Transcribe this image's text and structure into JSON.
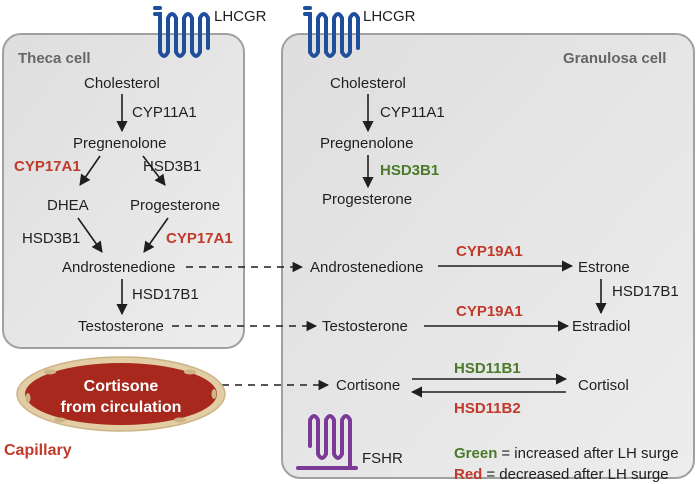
{
  "cells": {
    "theca": "Theca cell",
    "granulosa": "Granulosa cell"
  },
  "receptors": {
    "lhcgr_theca": "LHCGR",
    "lhcgr_granulosa": "LHCGR",
    "fshr": "FSHR"
  },
  "theca": {
    "cholesterol": "Cholesterol",
    "cyp11a1": "CYP11A1",
    "pregnenolone": "Pregnenolone",
    "cyp17a1_top": "CYP17A1",
    "hsd3b1_right": "HSD3B1",
    "dhea": "DHEA",
    "progesterone": "Progesterone",
    "hsd3b1_left": "HSD3B1",
    "cyp17a1_bottom": "CYP17A1",
    "androstenedione": "Androstenedione",
    "hsd17b1": "HSD17B1",
    "testosterone": "Testosterone"
  },
  "granulosa": {
    "cholesterol": "Cholesterol",
    "cyp11a1": "CYP11A1",
    "pregnenolone": "Pregnenolone",
    "hsd3b1": "HSD3B1",
    "progesterone": "Progesterone",
    "androstenedione": "Androstenedione",
    "cyp19a1_top": "CYP19A1",
    "estrone": "Estrone",
    "hsd17b1": "HSD17B1",
    "testosterone": "Testosterone",
    "cyp19a1_bottom": "CYP19A1",
    "estradiol": "Estradiol",
    "cortisone": "Cortisone",
    "hsd11b1": "HSD11B1",
    "cortisol": "Cortisol",
    "hsd11b2": "HSD11B2"
  },
  "capillary": {
    "circ_line1": "Cortisone",
    "circ_line2": "from circulation",
    "label": "Capillary"
  },
  "legend": {
    "green_word": "Green",
    "green_text": "= increased after LH surge",
    "red_word": "Red",
    "red_text": "= decreased after LH surge"
  },
  "colors": {
    "red": "#c0392b",
    "green": "#4a7a2a",
    "receptor_blue": "#1f4e9c",
    "receptor_purple": "#7b3a96",
    "capillary_fill": "#a8281e",
    "capillary_rim": "#e3cda5",
    "cell_fill": "#e9e9e9"
  }
}
